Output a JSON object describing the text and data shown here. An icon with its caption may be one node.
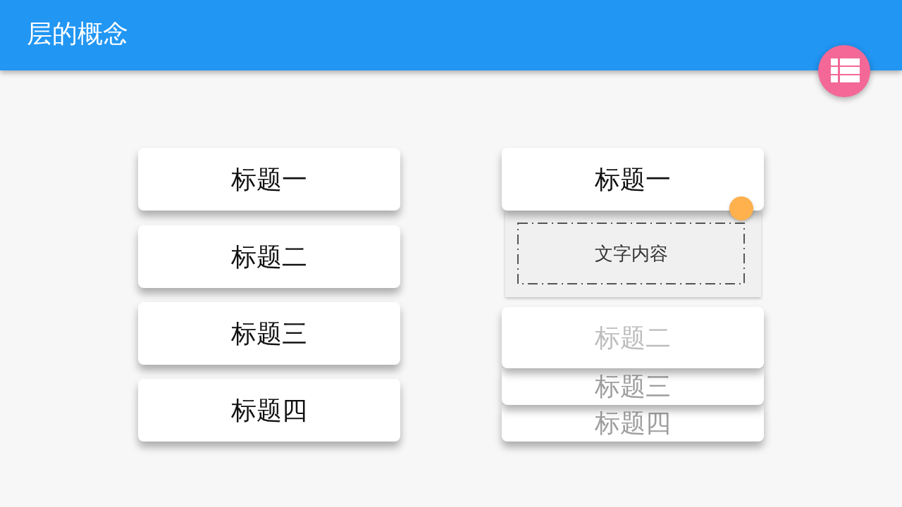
{
  "diagram": {
    "title": "层的概念",
    "nodes": [
      {
        "text": [
          "标题一"
        ]
      },
      {
        "text": [
          "标题二"
        ]
      },
      {
        "text": [
          "标题三"
        ]
      },
      {
        "text": [
          "标题四"
        ]
      },
      {
        "text": [
          "标题一"
        ]
      },
      {
        "text": [],
        "shape": "box"
      },
      {
        "text": [
          "文字内容"
        ],
        "in": 5
      },
      {
        "text": [
          "标题二"
        ]
      },
      {
        "text": [
          "标题三"
        ]
      },
      {
        "text": [
          "标题四"
        ]
      }
    ]
  }
}
